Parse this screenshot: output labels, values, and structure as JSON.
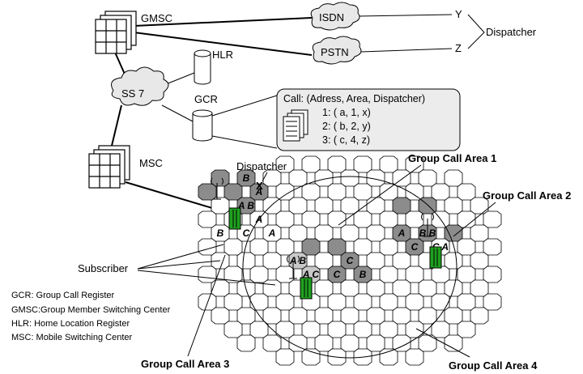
{
  "network": {
    "gmsc": "GMSC",
    "msc": "MSC",
    "hlr": "HLR",
    "gcr": "GCR",
    "ss7": "SS 7",
    "isdn": "ISDN",
    "pstn": "PSTN",
    "y": "Y",
    "z": "Z",
    "dispatcher_right": "Dispatcher"
  },
  "call_table": {
    "header": "Call: (Adress, Area, Dispatcher)",
    "rows": [
      "1: ( a, 1, x)",
      "2: ( b, 2, y)",
      "3: ( c, 4, z)"
    ]
  },
  "cells": {
    "dispatcher_label": "Dispatcher",
    "dispatcher_marker": "X",
    "subscriber_label": "Subscriber",
    "areas": [
      "Group Call Area 1",
      "Group Call Area 2",
      "Group Call Area 3",
      "Group Call Area 4"
    ]
  },
  "legend": [
    "GCR: Group Call Register",
    "GMSC:Group Member Switching Center",
    "HLR:    Home Location Register",
    "MSC:   Mobile Switching Center"
  ],
  "colors": {
    "cell_light": "#ffffff",
    "cell_dark": "#8c8c8c",
    "cell_mid": "#c8c8c8",
    "bts_green": "#1fa01f",
    "callbox_bg": "#ececec"
  }
}
